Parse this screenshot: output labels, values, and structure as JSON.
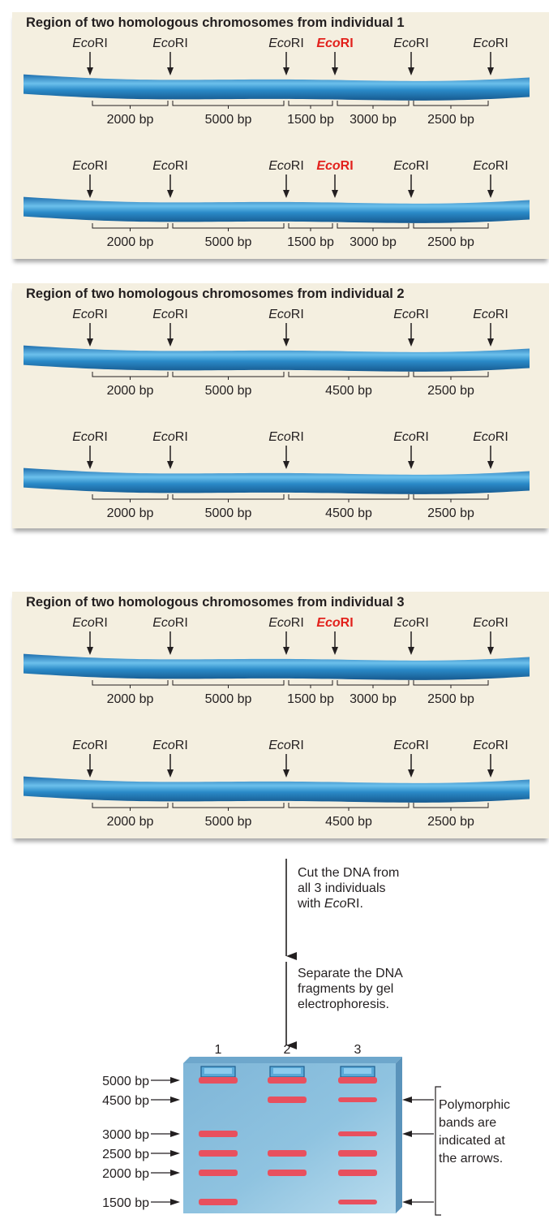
{
  "colors": {
    "panel_bg": "#f4efe0",
    "chromosome": "#2a8ac8",
    "chromosome_light": "#6cc0ec",
    "polymorphic_site": "#e2211c",
    "gel": "#8fc3e0",
    "band": "#e8505e"
  },
  "site_label": {
    "italic": "Eco",
    "plain": "RI"
  },
  "fragment_unit": "bp",
  "individuals": [
    {
      "title": "Region of two homologous chromosomes from individual 1",
      "chromosomes": [
        {
          "sites": [
            "normal",
            "normal",
            "normal",
            "polymorphic",
            "normal",
            "normal"
          ],
          "fragments": [
            "2000 bp",
            "5000 bp",
            "1500 bp",
            "3000 bp",
            "2500 bp"
          ]
        },
        {
          "sites": [
            "normal",
            "normal",
            "normal",
            "polymorphic",
            "normal",
            "normal"
          ],
          "fragments": [
            "2000 bp",
            "5000 bp",
            "1500 bp",
            "3000 bp",
            "2500 bp"
          ]
        }
      ]
    },
    {
      "title": "Region of two homologous chromosomes from individual 2",
      "chromosomes": [
        {
          "sites": [
            "normal",
            "normal",
            "normal",
            "absent",
            "normal",
            "normal"
          ],
          "fragments": [
            "2000 bp",
            "5000 bp",
            "4500 bp",
            "2500 bp"
          ]
        },
        {
          "sites": [
            "normal",
            "normal",
            "normal",
            "absent",
            "normal",
            "normal"
          ],
          "fragments": [
            "2000 bp",
            "5000 bp",
            "4500 bp",
            "2500 bp"
          ]
        }
      ]
    },
    {
      "title": "Region of two homologous chromosomes from individual 3",
      "chromosomes": [
        {
          "sites": [
            "normal",
            "normal",
            "normal",
            "polymorphic",
            "normal",
            "normal"
          ],
          "fragments": [
            "2000 bp",
            "5000 bp",
            "1500 bp",
            "3000 bp",
            "2500 bp"
          ]
        },
        {
          "sites": [
            "normal",
            "normal",
            "normal",
            "absent",
            "normal",
            "normal"
          ],
          "fragments": [
            "2000 bp",
            "5000 bp",
            "4500 bp",
            "2500 bp"
          ]
        }
      ]
    }
  ],
  "steps": [
    {
      "lines": [
        "Cut the DNA from",
        "all 3 individuals"
      ],
      "last_prefix": "with ",
      "last_italic": "Eco",
      "last_rest": "RI."
    },
    {
      "lines": [
        "Separate the DNA",
        "fragments by gel",
        "electrophoresis."
      ]
    }
  ],
  "gel": {
    "lanes": [
      "1",
      "2",
      "3"
    ],
    "size_markers": [
      "5000 bp",
      "4500 bp",
      "3000 bp",
      "2500 bp",
      "2000 bp",
      "1500 bp"
    ],
    "bands": [
      [
        "5000 bp",
        "3000 bp",
        "2500 bp",
        "2000 bp",
        "1500 bp"
      ],
      [
        "5000 bp",
        "4500 bp",
        "2500 bp",
        "2000 bp"
      ],
      [
        "5000 bp",
        "4500 bp",
        "3000 bp",
        "2500 bp",
        "2000 bp",
        "1500 bp"
      ]
    ],
    "polymorphic_markers": [
      "4500 bp",
      "3000 bp",
      "1500 bp"
    ],
    "polymorphic_note": [
      "Polymorphic",
      "bands are",
      "indicated at",
      "the arrows."
    ]
  }
}
